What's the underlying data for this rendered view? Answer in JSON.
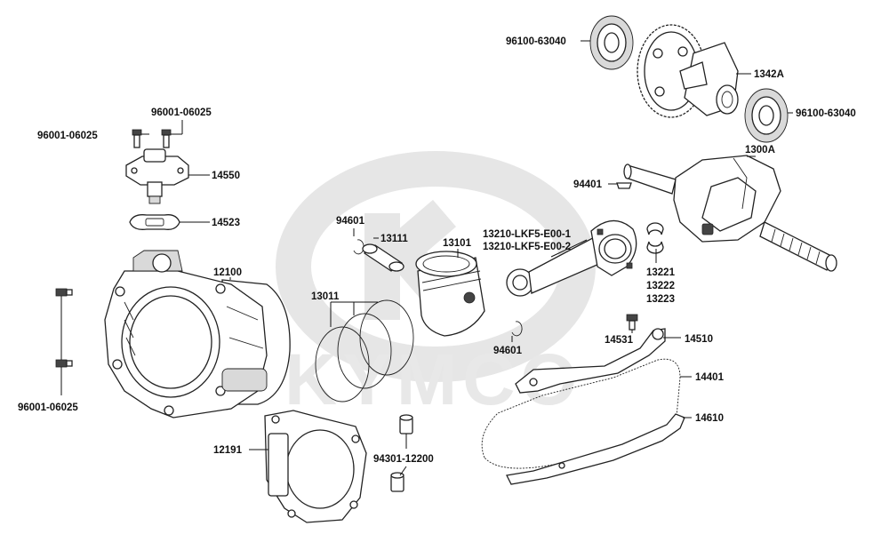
{
  "watermark": {
    "text": "KYMCO"
  },
  "labels": {
    "bolt_top_right": "96001-06025",
    "bolt_top_left": "96001-06025",
    "tensioner": "14550",
    "tensioner_gasket": "14523",
    "cylinder": "12100",
    "bolt_side_bottom": "96001-06025",
    "cylinder_gasket": "12191",
    "dowel_pin": "94301-12200",
    "clip_top": "94601",
    "piston_pin": "13111",
    "piston_rings": "13011",
    "piston": "13101",
    "clip_bottom": "94601",
    "conrod_1": "13210-LKF5-E00-1",
    "conrod_2": "13210-LKF5-E00-2",
    "bearing_top": "96100-63040",
    "balancer_gear": "1342A",
    "bearing_right": "96100-63040",
    "crankshaft": "1300A",
    "woodruff_key": "94401",
    "crank_bearing_1": "13221",
    "crank_bearing_2": "13222",
    "crank_bearing_3": "13223",
    "guide_bolt": "14531",
    "tensioner_arm": "14510",
    "cam_chain": "14401",
    "chain_guide": "14610"
  }
}
